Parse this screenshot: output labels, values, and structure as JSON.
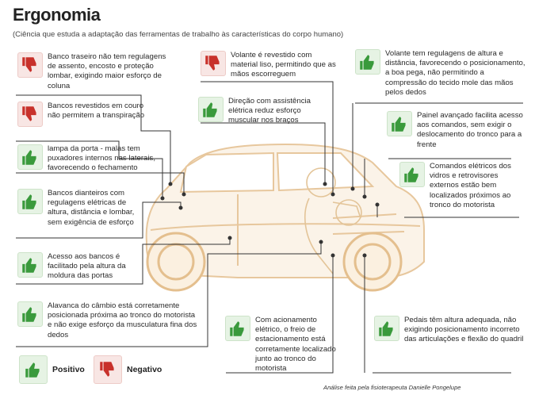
{
  "title": "Ergonomia",
  "subtitle": "(Ciência que estuda a adaptação das ferramentas de trabalho às características do corpo humano)",
  "items": {
    "banco_traseiro": {
      "type": "negative",
      "text": "Banco traseiro não tem regulagens de assento, encosto e proteção lombar, exigindo maior esforço de coluna"
    },
    "bancos_revestidos": {
      "type": "negative",
      "text": "Bancos revestidos em couro não permitem a transpiração"
    },
    "lampada_porta": {
      "type": "positive",
      "text": "lampa da porta - malas tem puxadores internos nas laterais, favorecendo o fechamento"
    },
    "bancos_dianteiros": {
      "type": "positive",
      "text": "Bancos dianteiros com regulagens elétricas de altura, distância e lombar, sem exigência de esforço"
    },
    "acesso_bancos": {
      "type": "positive",
      "text": "Acesso aos bancos é facilitado pela altura da moldura das portas"
    },
    "alavanca_cambio": {
      "type": "positive",
      "text": "Alavanca do câmbio está corretamente posicionada próxima ao tronco do motorista e não exige esforço da musculatura fina dos dedos"
    },
    "volante_revestido": {
      "type": "negative",
      "text": "Volante é revestido com material liso, permitindo que as mãos escorreguem"
    },
    "direcao": {
      "type": "positive",
      "text": "Direção com assistência elétrica reduz esforço muscular nos braços"
    },
    "volante_regulagens": {
      "type": "positive",
      "text": "Volante tem regulagens de altura e distância, favorecendo o posicionamento, a boa pega, não permitindo a compressão do tecido mole das mãos pelos dedos"
    },
    "painel": {
      "type": "positive",
      "text": "Painel avançado facilita acesso aos comandos, sem exigir o deslocamento do tronco para a frente"
    },
    "comandos_eletricos": {
      "type": "positive",
      "text": "Comandos elétricos dos vidros e retrovisores externos estão bem localizados próximos ao tronco do motorista"
    },
    "freio": {
      "type": "positive",
      "text": "Com acionamento elétrico, o freio de estacionamento está corretamente localizado junto ao tronco do motorista"
    },
    "pedais": {
      "type": "positive",
      "text": "Pedais têm altura adequada, não exigindo posicionamento incorreto das articulações e flexão do quadril"
    }
  },
  "legend": {
    "positive": "Positivo",
    "negative": "Negativo"
  },
  "credit": "Análise feita pela fisioterapeuta Danielle Pongelupe",
  "colors": {
    "positive": "#3a9a3c",
    "negative": "#c8312b",
    "car": "#e9c9a0",
    "leader": "#333333"
  },
  "icons": {
    "positive": "thumbs-up-icon",
    "negative": "thumbs-down-icon"
  }
}
